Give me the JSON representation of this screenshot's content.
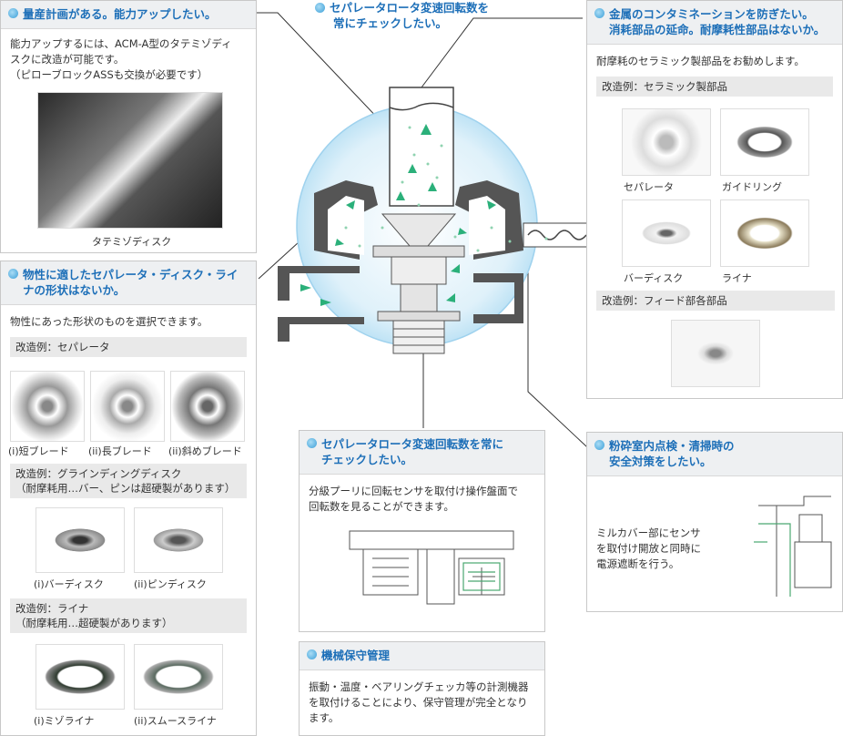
{
  "top_center": {
    "title_line1": "セパレータロータ変速回転数を",
    "title_line2": "常にチェックしたい。"
  },
  "box_mass": {
    "title": "量産計画がある。能力アップしたい。",
    "text1": "能力アップするには、ACM-A型のタテミゾディ",
    "text2": "スクに改造が可能です。",
    "text3": "（ピローブロックASSも交換が必要です）",
    "caption": "タテミゾディスク"
  },
  "box_shape": {
    "title_line1": "物性に適したセパレータ・ディスク・ライ",
    "title_line2": "ナの形状はないか。",
    "text": "物性にあった形状のものを選択できます。",
    "sub1": "改造例：セパレータ",
    "cap1": "(i)短ブレード",
    "cap2": "(ii)長ブレード",
    "cap3": "(ii)斜めブレード",
    "sub2_line1": "改造例：グラインディングディスク",
    "sub2_line2": "（耐摩耗用…バー、ピンは超硬製があります）",
    "cap4": "(i)バーディスク",
    "cap5": "(ii)ピンディスク",
    "sub3_line1": "改造例：ライナ",
    "sub3_line2": "（耐摩耗用…超硬製があります）",
    "cap6": "(i)ミゾライナ",
    "cap7": "(ii)スムースライナ"
  },
  "box_metal": {
    "title_line1": "金属のコンタミネーションを防ぎたい。",
    "title_line2": "消耗部品の延命。耐摩耗性部品はないか。",
    "text": "耐摩耗のセラミック製部品をお勧めします。",
    "sub1": "改造例：セラミック製部品",
    "cap1": "セパレータ",
    "cap2": "ガイドリング",
    "cap3": "バーディスク",
    "cap4": "ライナ",
    "sub2": "改造例：フィード部各部品"
  },
  "box_sensor": {
    "title_line1": "セパレータロータ変速回転数を常に",
    "title_line2": "チェックしたい。",
    "text1": "分級プーリに回転センサを取付け操作盤面で",
    "text2": "回転数を見ることができます。"
  },
  "box_maint": {
    "title": "機械保守管理",
    "text1": "振動・温度・ベアリングチェッカ等の計測機器",
    "text2": "を取付けることにより、保守管理が完全となり",
    "text3": "ます。"
  },
  "box_safety": {
    "title_line1": "粉砕室内点検・清掃時の",
    "title_line2": "安全対策をしたい。",
    "text1": "ミルカバー部にセンサ",
    "text2": "を取付け開放と同時に",
    "text3": "電源遮断を行う。"
  }
}
